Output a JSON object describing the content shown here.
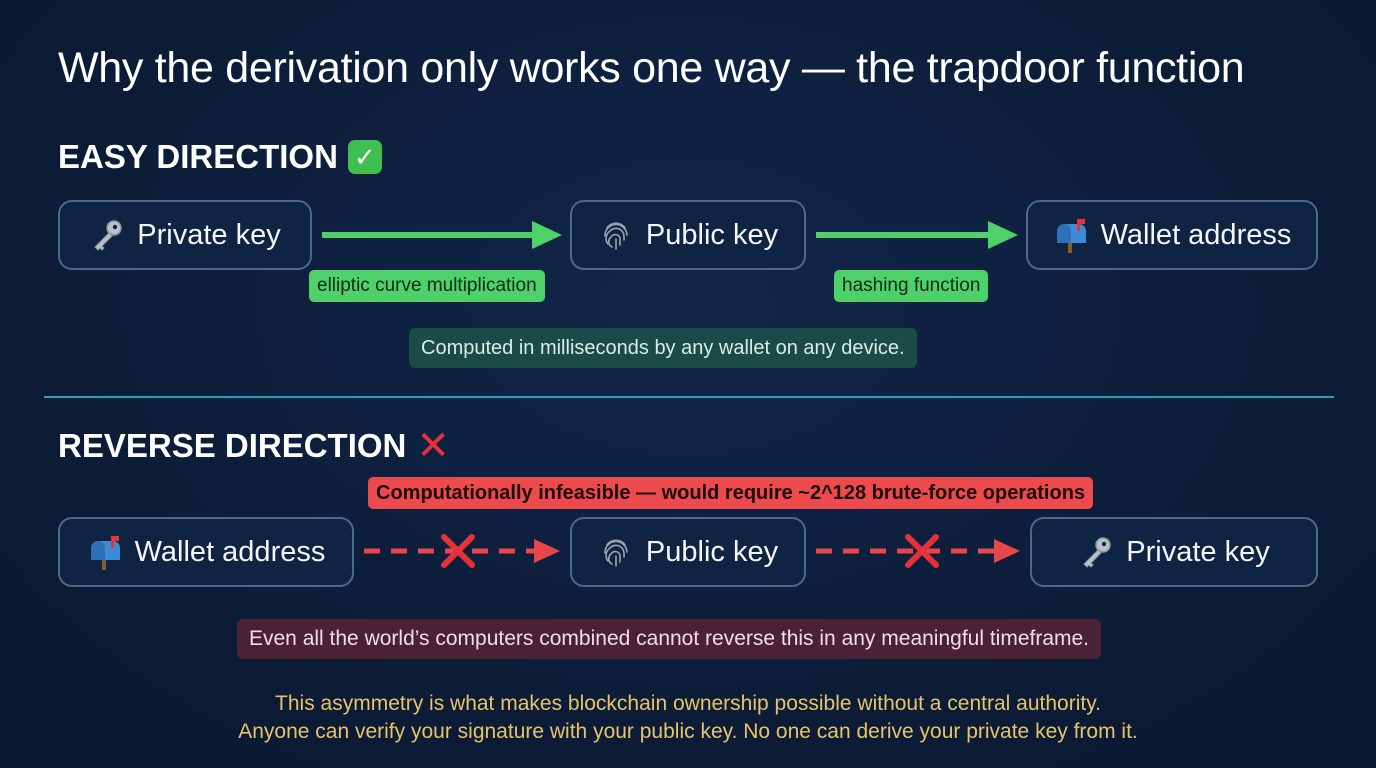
{
  "title": "Why the derivation only works one way — the trapdoor function",
  "easy": {
    "heading": "EASY DIRECTION",
    "badge": "✓",
    "nodes": [
      {
        "label": "Private key",
        "icon": "key-icon"
      },
      {
        "label": "Public key",
        "icon": "fingerprint-icon"
      },
      {
        "label": "Wallet address",
        "icon": "mailbox-icon"
      }
    ],
    "edges": [
      "elliptic curve multiplication",
      "hashing function"
    ],
    "note": "Computed in milliseconds by any wallet on any device."
  },
  "reverse": {
    "heading": "REVERSE DIRECTION",
    "badge": "✕",
    "warning": "Computationally infeasible — would require ~2^128 brute-force operations",
    "nodes": [
      {
        "label": "Wallet address",
        "icon": "mailbox-icon"
      },
      {
        "label": "Public key",
        "icon": "fingerprint-icon"
      },
      {
        "label": "Private key",
        "icon": "key-icon"
      }
    ],
    "note": "Even all the world’s computers combined cannot reverse this in any meaningful timeframe."
  },
  "footer": {
    "line1": "This asymmetry is what makes blockchain ownership possible without a central authority.",
    "line2": "Anyone can verify your signature with your public key. No one can derive your private key from it."
  },
  "colors": {
    "background": "#0c1d38",
    "easy_arrow": "#4fd16a",
    "reverse_arrow": "#e8474a",
    "divider": "#2aa0b8",
    "footer_text": "#e8c36a"
  }
}
